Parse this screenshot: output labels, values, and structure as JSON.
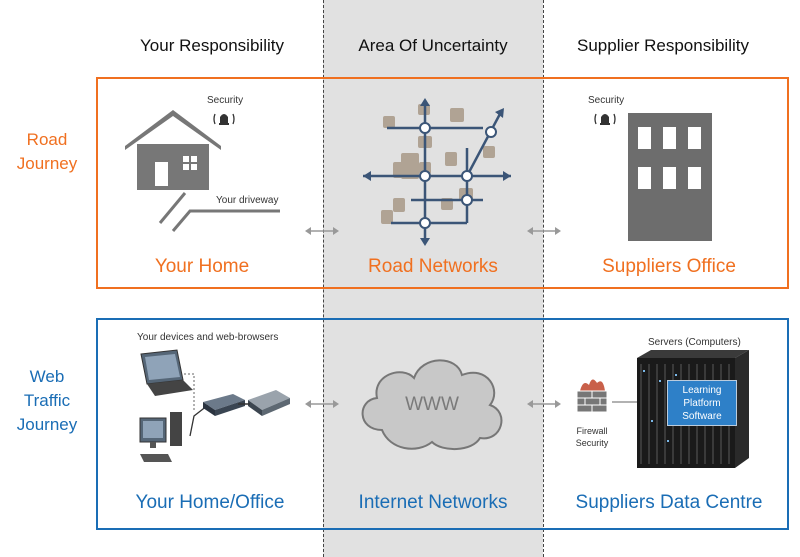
{
  "columns": {
    "left": "Your Responsibility",
    "middle": "Area Of Uncertainty",
    "right": "Supplier Responsibility"
  },
  "rows": {
    "road": {
      "label_line1": "Road",
      "label_line2": "Journey",
      "home_title": "Your Home",
      "network_title": "Road Networks",
      "office_title": "Suppliers Office",
      "home_security": "Security",
      "office_security": "Security",
      "driveway": "Your driveway",
      "color": "#f07020"
    },
    "web": {
      "label_line1": "Web",
      "label_line2": "Traffic",
      "label_line3": "Journey",
      "home_title": "Your Home/Office",
      "network_title": "Internet Networks",
      "datacentre_title": "Suppliers Data Centre",
      "devices_caption": "Your devices  and web-browsers",
      "cloud_text": "WWW",
      "firewall_line1": "Firewall",
      "firewall_line2": "Security",
      "servers_caption": "Servers  (Computers)",
      "lp_line1": "Learning",
      "lp_line2": "Platform",
      "lp_line3": "Software",
      "color": "#1a6db5"
    }
  },
  "icons": [
    "house-icon",
    "alarm-icon",
    "road-map-icon",
    "office-building-icon",
    "laptop-icon",
    "desktop-computer-icon",
    "router-icon",
    "external-drive-icon",
    "cloud-icon",
    "firewall-icon",
    "server-rack-icon",
    "double-arrow-icon"
  ]
}
